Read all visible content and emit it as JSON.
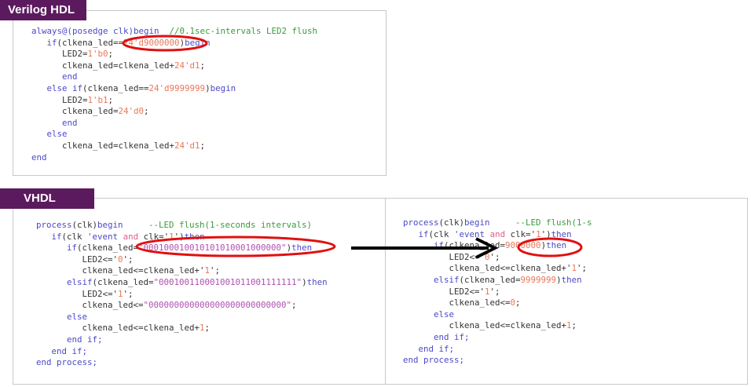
{
  "sections": {
    "verilog": {
      "label": "Verilog HDL"
    },
    "vhdl": {
      "label": "VHDL"
    }
  },
  "colors": {
    "label_bg": "#5c1a5e",
    "highlight": "#e01010",
    "arrow": "#000000",
    "keyword": "#4a4ac8",
    "number": "#e8775a",
    "string": "#b050b0",
    "comment": "#3c9a3c"
  },
  "verilog_code": [
    [
      [
        "always@(posedge clk)begin",
        "kw"
      ],
      [
        "  //0.1sec-intervals LED2 flush",
        "cm"
      ]
    ],
    [
      [
        "   ",
        "pl"
      ],
      [
        "if",
        "kw"
      ],
      [
        "(clkena_led==",
        "pl"
      ],
      [
        "24'd9000000",
        "num"
      ],
      [
        ")",
        "pl"
      ],
      [
        "begin",
        "kw"
      ]
    ],
    [
      [
        "      LED2=",
        "pl"
      ],
      [
        "1'b0",
        "num"
      ],
      [
        ";",
        "pl"
      ]
    ],
    [
      [
        "      clkena_led=clkena_led+",
        "pl"
      ],
      [
        "24'd1",
        "num"
      ],
      [
        ";",
        "pl"
      ]
    ],
    [
      [
        "      ",
        "pl"
      ],
      [
        "end",
        "kw"
      ]
    ],
    [
      [
        "   ",
        "pl"
      ],
      [
        "else if",
        "kw"
      ],
      [
        "(clkena_led==",
        "pl"
      ],
      [
        "24'd9999999",
        "num"
      ],
      [
        ")",
        "pl"
      ],
      [
        "begin",
        "kw"
      ]
    ],
    [
      [
        "      LED2=",
        "pl"
      ],
      [
        "1'b1",
        "num"
      ],
      [
        ";",
        "pl"
      ]
    ],
    [
      [
        "      clkena_led=",
        "pl"
      ],
      [
        "24'd0",
        "num"
      ],
      [
        ";",
        "pl"
      ]
    ],
    [
      [
        "      ",
        "pl"
      ],
      [
        "end",
        "kw"
      ]
    ],
    [
      [
        "   ",
        "pl"
      ],
      [
        "else",
        "kw"
      ]
    ],
    [
      [
        "      clkena_led=clkena_led+",
        "pl"
      ],
      [
        "24'd1",
        "num"
      ],
      [
        ";",
        "pl"
      ]
    ],
    [
      [
        "end",
        "kw"
      ]
    ]
  ],
  "vhdl_binary_code": [
    [
      [
        "process",
        "kw"
      ],
      [
        "(clk)",
        "pl"
      ],
      [
        "begin",
        "kw"
      ],
      [
        "     --LED flush(1-seconds intervals)",
        "cm"
      ]
    ],
    [
      [
        "   ",
        "pl"
      ],
      [
        "if",
        "kw"
      ],
      [
        "(clk ",
        "pl"
      ],
      [
        "'event ",
        "kw"
      ],
      [
        "and",
        "op"
      ],
      [
        " clk='",
        "pl"
      ],
      [
        "1",
        "num"
      ],
      [
        "')",
        "pl"
      ],
      [
        "then",
        "kw"
      ]
    ],
    [
      [
        "      ",
        "pl"
      ],
      [
        "if",
        "kw"
      ],
      [
        "(clkena_led=",
        "pl"
      ],
      [
        "\"000100010010101010001000000\"",
        "str"
      ],
      [
        ")",
        "pl"
      ],
      [
        "then",
        "kw"
      ]
    ],
    [
      [
        "         LED2<='",
        "pl"
      ],
      [
        "0",
        "num"
      ],
      [
        "';",
        "pl"
      ]
    ],
    [
      [
        "         clkena_led<=clkena_led+'",
        "pl"
      ],
      [
        "1",
        "num"
      ],
      [
        "';",
        "pl"
      ]
    ],
    [
      [
        "      ",
        "pl"
      ],
      [
        "elsif",
        "kw"
      ],
      [
        "(clkena_led=",
        "pl"
      ],
      [
        "\"000100110001001011001111111\"",
        "str"
      ],
      [
        ")",
        "pl"
      ],
      [
        "then",
        "kw"
      ]
    ],
    [
      [
        "         LED2<='",
        "pl"
      ],
      [
        "1",
        "num"
      ],
      [
        "';",
        "pl"
      ]
    ],
    [
      [
        "         clkena_led<=",
        "pl"
      ],
      [
        "\"000000000000000000000000000\"",
        "str"
      ],
      [
        ";",
        "pl"
      ]
    ],
    [
      [
        "      ",
        "pl"
      ],
      [
        "else",
        "kw"
      ]
    ],
    [
      [
        "         clkena_led<=clkena_led+",
        "pl"
      ],
      [
        "1",
        "num"
      ],
      [
        ";",
        "pl"
      ]
    ],
    [
      [
        "      ",
        "pl"
      ],
      [
        "end if;",
        "kw"
      ]
    ],
    [
      [
        "   ",
        "pl"
      ],
      [
        "end if;",
        "kw"
      ]
    ],
    [
      [
        "end process;",
        "kw"
      ]
    ]
  ],
  "vhdl_integer_code": [
    [
      [
        "process",
        "kw"
      ],
      [
        "(clk)",
        "pl"
      ],
      [
        "begin",
        "kw"
      ],
      [
        "     --LED flush(1-s",
        "cm"
      ]
    ],
    [
      [
        "   ",
        "pl"
      ],
      [
        "if",
        "kw"
      ],
      [
        "(clk ",
        "pl"
      ],
      [
        "'event ",
        "kw"
      ],
      [
        "and",
        "op"
      ],
      [
        " clk='",
        "pl"
      ],
      [
        "1",
        "num"
      ],
      [
        "')",
        "pl"
      ],
      [
        "then",
        "kw"
      ]
    ],
    [
      [
        "      ",
        "pl"
      ],
      [
        "if",
        "kw"
      ],
      [
        "(clkena_led=",
        "pl"
      ],
      [
        "9000000",
        "num"
      ],
      [
        ")",
        "pl"
      ],
      [
        "then",
        "kw"
      ]
    ],
    [
      [
        "         LED2<='",
        "pl"
      ],
      [
        "0",
        "num"
      ],
      [
        "';",
        "pl"
      ]
    ],
    [
      [
        "         clkena_led<=clkena_led+'",
        "pl"
      ],
      [
        "1",
        "num"
      ],
      [
        "';",
        "pl"
      ]
    ],
    [
      [
        "      ",
        "pl"
      ],
      [
        "elsif",
        "kw"
      ],
      [
        "(clkena_led=",
        "pl"
      ],
      [
        "9999999",
        "num"
      ],
      [
        ")",
        "pl"
      ],
      [
        "then",
        "kw"
      ]
    ],
    [
      [
        "         LED2<='",
        "pl"
      ],
      [
        "1",
        "num"
      ],
      [
        "';",
        "pl"
      ]
    ],
    [
      [
        "         clkena_led<=",
        "pl"
      ],
      [
        "0",
        "num"
      ],
      [
        ";",
        "pl"
      ]
    ],
    [
      [
        "      ",
        "pl"
      ],
      [
        "else",
        "kw"
      ]
    ],
    [
      [
        "         clkena_led<=clkena_led+",
        "pl"
      ],
      [
        "1",
        "num"
      ],
      [
        ";",
        "pl"
      ]
    ],
    [
      [
        "      ",
        "pl"
      ],
      [
        "end if;",
        "kw"
      ]
    ],
    [
      [
        "   ",
        "pl"
      ],
      [
        "end if;",
        "kw"
      ]
    ],
    [
      [
        "end process;",
        "kw"
      ]
    ]
  ]
}
